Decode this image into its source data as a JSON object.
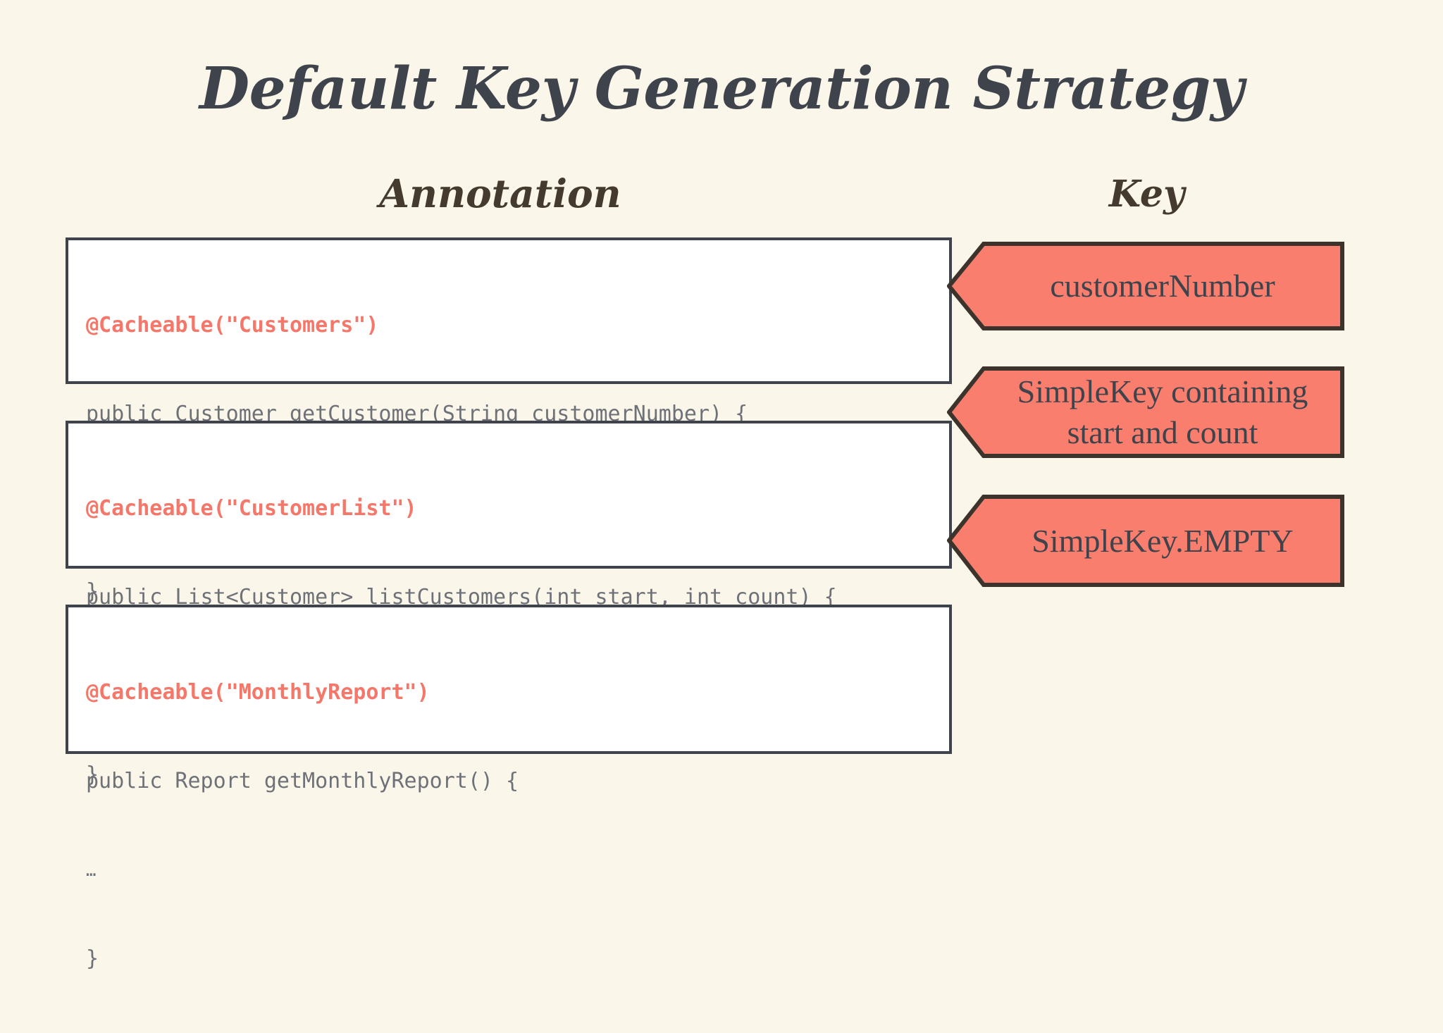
{
  "slide": {
    "title": "Default Key Generation Strategy",
    "background_color": "#fbf6ea"
  },
  "headers": {
    "annotation": "Annotation",
    "key": "Key"
  },
  "colors": {
    "background": "#fbf6ea",
    "code_box_fill": "#ffffff",
    "code_box_border": "#3f434c",
    "annotation_text": "#f4776a",
    "code_text": "#6e7278",
    "callout_fill": "#f97e6d",
    "callout_border": "#3b332c",
    "title_text": "#3f434c",
    "header_text": "#453a2e",
    "callout_text": "#3f434c"
  },
  "rows": [
    {
      "code": {
        "annotation": "@Cacheable(\"Customers\")",
        "signature": "public Customer getCustomer(String customerNumber) {",
        "body": "…",
        "close": "}"
      },
      "key": {
        "line1": "customerNumber",
        "line2": ""
      }
    },
    {
      "code": {
        "annotation": "@Cacheable(\"CustomerList\")",
        "signature": "public List<Customer> listCustomers(int start, int count) {",
        "body": "…",
        "close": "}"
      },
      "key": {
        "line1": "SimpleKey containing",
        "line2": "start and count"
      }
    },
    {
      "code": {
        "annotation": "@Cacheable(\"MonthlyReport\")",
        "signature": "public Report getMonthlyReport() {",
        "body": "…",
        "close": "}"
      },
      "key": {
        "line1": "SimpleKey.EMPTY",
        "line2": ""
      }
    }
  ]
}
